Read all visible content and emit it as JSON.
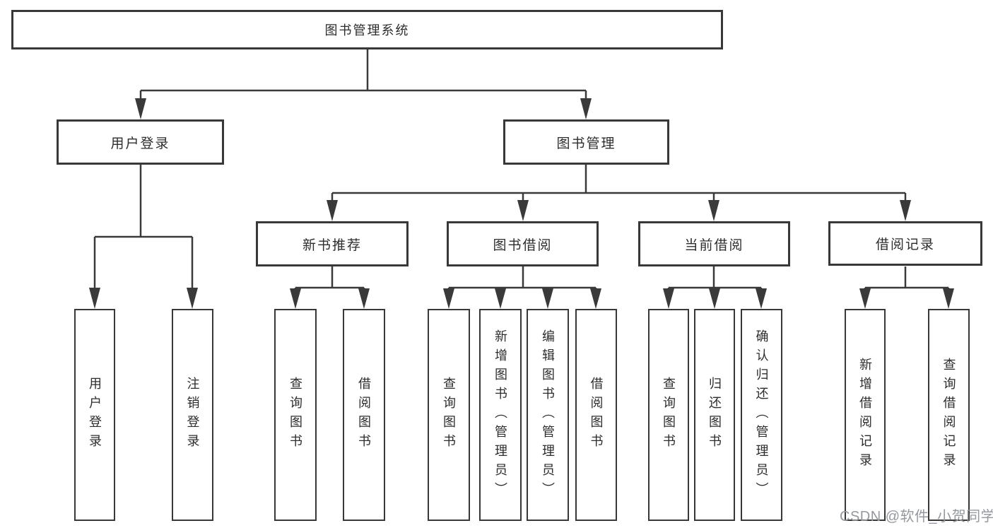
{
  "diagram": {
    "title": "图书管理系统",
    "nodes": {
      "root": {
        "label": "图书管理系统"
      },
      "user_login": {
        "label": "用户登录"
      },
      "book_management": {
        "label": "图书管理"
      },
      "new_book_recommend": {
        "label": "新书推荐"
      },
      "book_borrowing": {
        "label": "图书借阅"
      },
      "current_borrowing": {
        "label": "当前借阅"
      },
      "borrowing_records": {
        "label": "借阅记录"
      },
      "leaf_user_login": {
        "label": "用户登录"
      },
      "leaf_logout": {
        "label": "注销登录"
      },
      "leaf_query_books_recommend": {
        "label": "查询图书"
      },
      "leaf_borrow_books_recommend": {
        "label": "借阅图书"
      },
      "leaf_query_books_borrowing": {
        "label": "查询图书"
      },
      "leaf_add_books_admin": {
        "label": "新增图书（管理员）"
      },
      "leaf_edit_books_admin": {
        "label": "编辑图书（管理员）"
      },
      "leaf_borrow_books_borrowing": {
        "label": "借阅图书"
      },
      "leaf_query_books_current": {
        "label": "查询图书"
      },
      "leaf_return_books": {
        "label": "归还图书"
      },
      "leaf_confirm_return_admin": {
        "label": "确认归还（管理员）"
      },
      "leaf_add_borrow_record": {
        "label": "新增借阅记录"
      },
      "leaf_query_borrow_record": {
        "label": "查询借阅记录"
      }
    },
    "colors": {
      "line": "#3a3a3a",
      "box_border": "#383838",
      "text": "#2d2d2d",
      "watermark_text": "#94989f",
      "background": "#ffffff"
    },
    "watermark": "CSDN @软件_小贺同学"
  }
}
